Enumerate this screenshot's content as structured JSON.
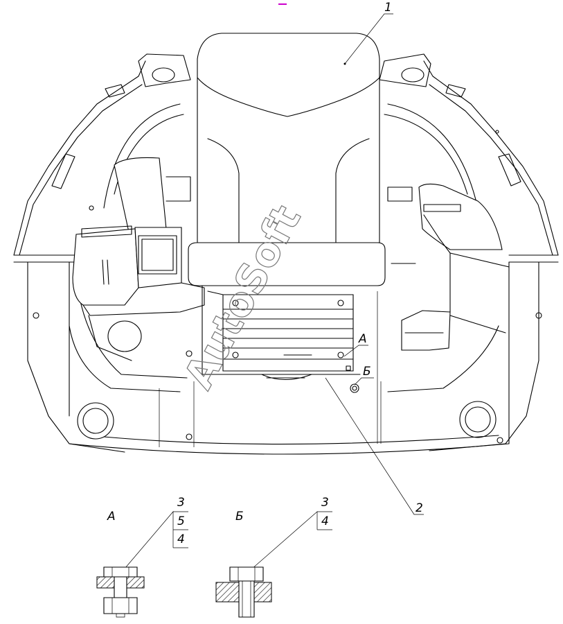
{
  "watermark": "AutoSoft",
  "callouts": {
    "seat": "1",
    "bracket": "2",
    "view_a": "A",
    "view_b": "Б"
  },
  "detail_a": {
    "title": "A",
    "items": [
      "3",
      "5",
      "4"
    ]
  },
  "detail_b": {
    "title": "Б",
    "items": [
      "3",
      "4"
    ]
  },
  "colors": {
    "line": "#000000",
    "background": "#ffffff",
    "mark": "#cc00cc"
  }
}
